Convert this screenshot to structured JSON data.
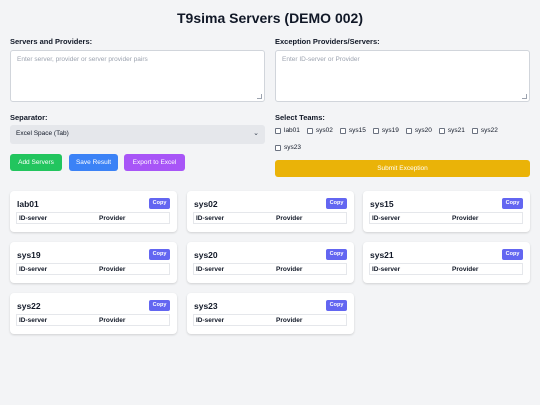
{
  "title": "T9sima Servers (DEMO 002)",
  "servers_section": {
    "label": "Servers and Providers:",
    "placeholder": "Enter server, provider or server provider pairs"
  },
  "exception_section": {
    "label": "Exception Providers/Servers:",
    "placeholder": "Enter ID-server or Provider"
  },
  "separator": {
    "label": "Separator:",
    "selected": "Excel Space (Tab)"
  },
  "buttons": {
    "add": "Add Servers",
    "save": "Save Result",
    "export": "Export to Excel"
  },
  "teams_section": {
    "label": "Select Teams:",
    "teams": [
      "lab01",
      "sys02",
      "sys15",
      "sys19",
      "sys20",
      "sys21",
      "sys22",
      "sys23"
    ]
  },
  "submit_label": "Submit Exception",
  "cards": [
    {
      "name": "lab01",
      "copy": "Copy",
      "col1": "ID-server",
      "col2": "Provider"
    },
    {
      "name": "sys02",
      "copy": "Copy",
      "col1": "ID-server",
      "col2": "Provider"
    },
    {
      "name": "sys15",
      "copy": "Copy",
      "col1": "ID-server",
      "col2": "Provider"
    },
    {
      "name": "sys19",
      "copy": "Copy",
      "col1": "ID-server",
      "col2": "Provider"
    },
    {
      "name": "sys20",
      "copy": "Copy",
      "col1": "ID-server",
      "col2": "Provider"
    },
    {
      "name": "sys21",
      "copy": "Copy",
      "col1": "ID-server",
      "col2": "Provider"
    },
    {
      "name": "sys22",
      "copy": "Copy",
      "col1": "ID-server",
      "col2": "Provider"
    },
    {
      "name": "sys23",
      "copy": "Copy",
      "col1": "ID-server",
      "col2": "Provider"
    }
  ],
  "colors": {
    "add": "#22c55e",
    "save": "#3b82f6",
    "export": "#a855f7",
    "submit": "#eab308",
    "copy": "#6366f1"
  }
}
